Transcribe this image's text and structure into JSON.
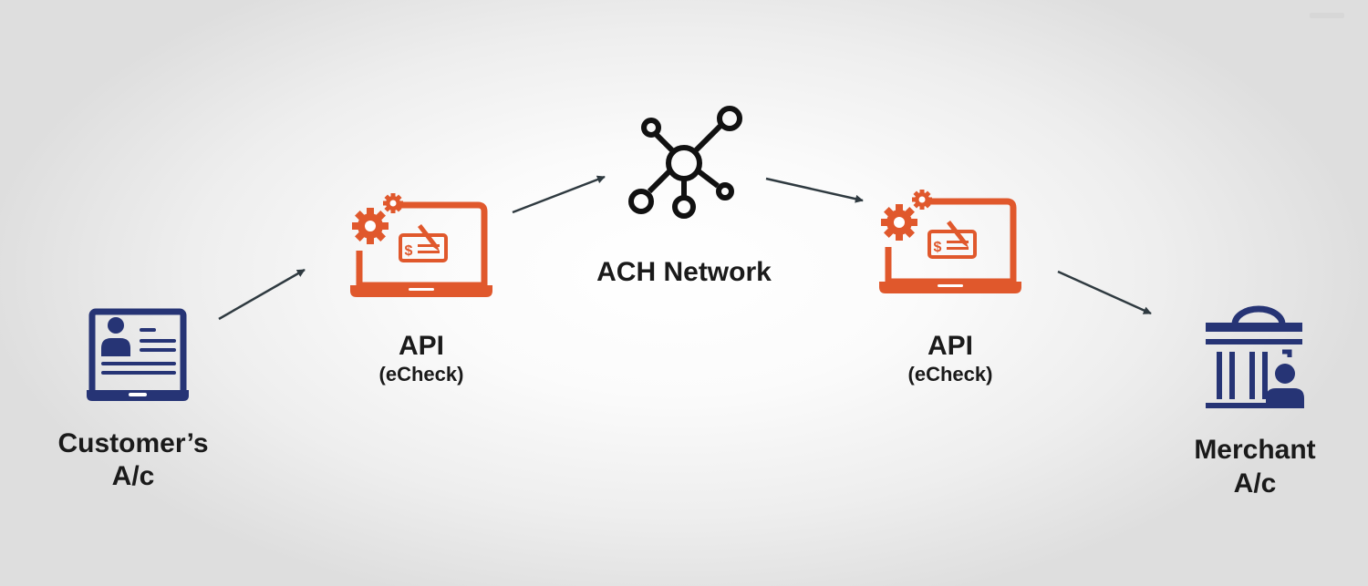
{
  "nodes": {
    "customer": {
      "line1": "Customer’s",
      "line2": "A/c",
      "icon": "laptop-profile-icon"
    },
    "api_left": {
      "title": "API",
      "subtitle": "(eCheck)",
      "icon": "laptop-echeck-gears-icon"
    },
    "ach": {
      "title": "ACH Network",
      "icon": "network-hub-icon"
    },
    "api_right": {
      "title": "API",
      "subtitle": "(eCheck)",
      "icon": "laptop-echeck-gears-icon"
    },
    "merchant": {
      "line1": "Merchant",
      "line2": "A/c",
      "icon": "bank-user-icon"
    }
  },
  "colors": {
    "navy": "#263475",
    "orange": "#e0582c",
    "black": "#111111",
    "arrow": "#2f3a40",
    "text": "#1a1a1a"
  }
}
